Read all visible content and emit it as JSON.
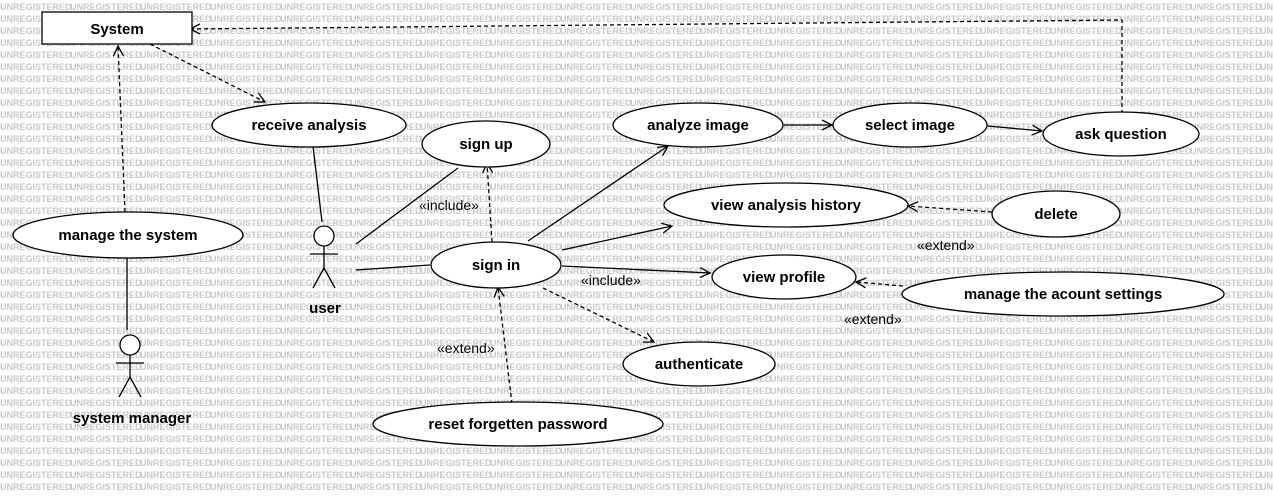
{
  "watermark": "UNREGISTERED",
  "system_box": {
    "label": "System"
  },
  "use_cases": {
    "receive_analysis": "receive analysis",
    "sign_up": "sign up",
    "analyze_image": "analyze image",
    "select_image": "select image",
    "ask_question": "ask question",
    "view_analysis_history": "view analysis history",
    "delete": "delete",
    "manage_the_system": "manage the system",
    "sign_in": "sign in",
    "view_profile": "view profile",
    "manage_account_settings": "manage the acount settings",
    "authenticate": "authenticate",
    "reset_forgotten_password": "reset forgetten password"
  },
  "actors": {
    "user": "user",
    "system_manager": "system manager"
  },
  "stereotypes": {
    "include_signup": "«include»",
    "include_profile": "«include»",
    "extend_delete": "«extend»",
    "extend_settings": "«extend»",
    "extend_reset": "«extend»"
  }
}
